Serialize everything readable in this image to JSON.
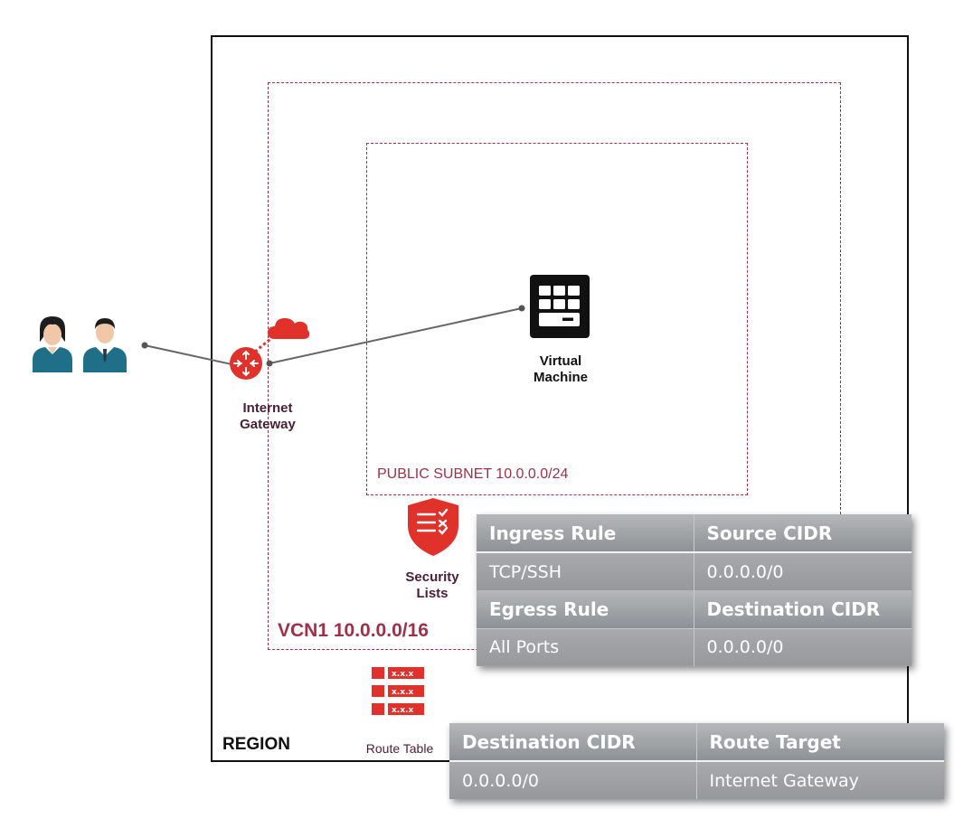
{
  "region": {
    "label": "REGION"
  },
  "vcn": {
    "label": "VCN1 10.0.0.0/16"
  },
  "subnet": {
    "label": "PUBLIC SUBNET 10.0.0.0/24"
  },
  "internet_gateway": {
    "label_line1": "Internet",
    "label_line2": "Gateway"
  },
  "virtual_machine": {
    "label_line1": "Virtual",
    "label_line2": "Machine"
  },
  "security_lists": {
    "label_line1": "Security",
    "label_line2": "Lists",
    "table": {
      "ingress_header": {
        "col1": "Ingress Rule",
        "col2": "Source CIDR"
      },
      "ingress_row": {
        "col1": "TCP/SSH",
        "col2": "0.0.0.0/0"
      },
      "egress_header": {
        "col1": "Egress Rule",
        "col2": "Destination CIDR"
      },
      "egress_row": {
        "col1": "All Ports",
        "col2": "0.0.0.0/0"
      }
    }
  },
  "route_table": {
    "label": "Route Table",
    "entry_text": "x.x.x",
    "table": {
      "header": {
        "col1": "Destination CIDR",
        "col2": "Route Target"
      },
      "row": {
        "col1": "0.0.0.0/0",
        "col2": "Internet Gateway"
      }
    }
  },
  "colors": {
    "accent_red": "#e0312b",
    "dashed_border": "#a0304a",
    "user_teal": "#1e6f87",
    "table_gray": "#9c9ea1"
  }
}
